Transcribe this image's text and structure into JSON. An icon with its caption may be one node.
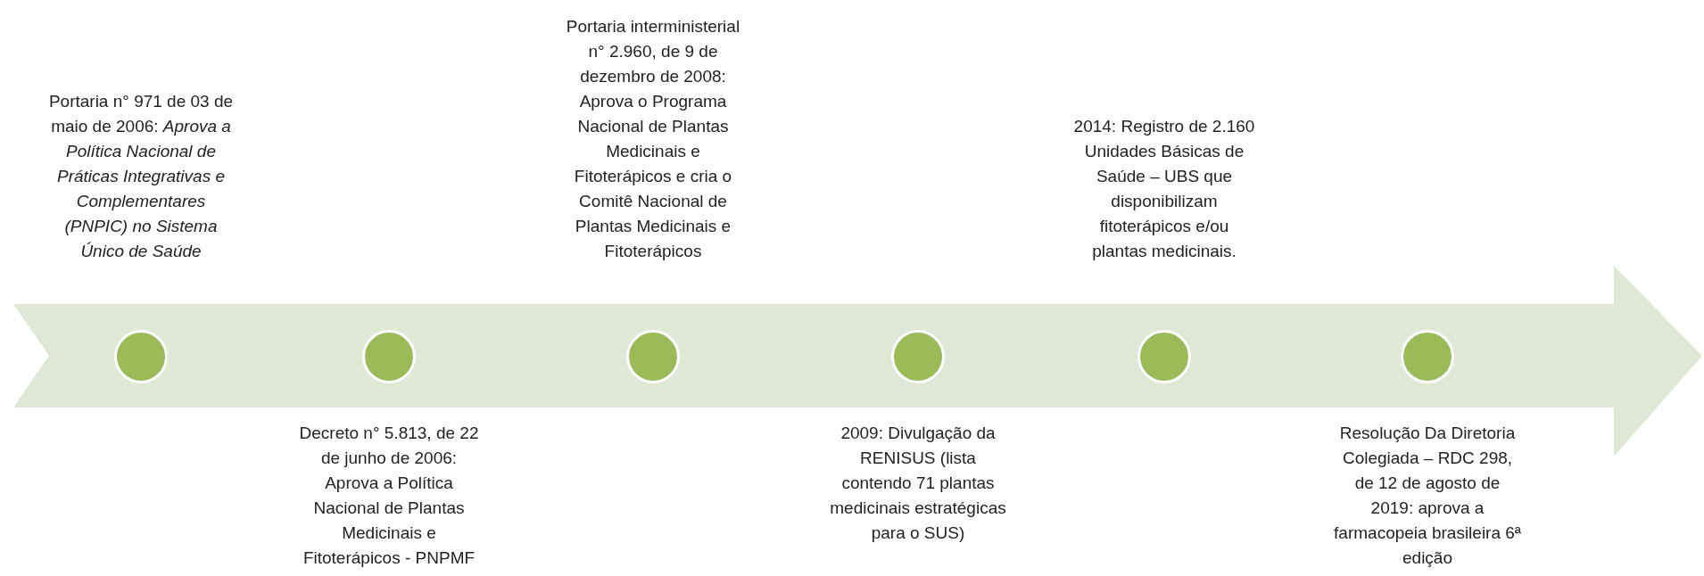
{
  "diagram": {
    "nodes": [
      {
        "text": [],
        "shape": "arrow"
      },
      {
        "text": [],
        "shape": "circle",
        "in": 0
      },
      {
        "text": [],
        "shape": "circle",
        "in": 0
      },
      {
        "text": [],
        "shape": "circle",
        "in": 0
      },
      {
        "text": [],
        "shape": "circle",
        "in": 0
      },
      {
        "text": [],
        "shape": "circle",
        "in": 0
      },
      {
        "text": [],
        "shape": "circle",
        "in": 0
      }
    ],
    "labels": [
      "Portaria n° 971 de 03 de maio de 2006: *Aprova a Política Nacional de Práticas Integrativas e Complementares (PNPIC) no Sistema Único de Saúde*",
      "Decreto n° 5.813, de 22 de junho de 2006: Aprova a Política Nacional de Plantas Medicinais e Fitoterápicos - PNPMF",
      "Portaria interministerial n° 2.960, de 9 de dezembro de 2008: Aprova o Programa Nacional de Plantas Medicinais e Fitoterápicos e cria o Comitê Nacional de Plantas Medicinais e Fitoterápicos",
      "2009: Divulgação da RENISUS (lista contendo 71 plantas medicinais estratégicas para o SUS)",
      "2014: Registro de 2.160 Unidades Básicas de Saúde – UBS que disponibilizam fitoterápicos e/ou plantas medicinais.",
      "Resolução Da Diretoria Colegiada – RDC 298, de 12 de agosto de 2019: aprova a farmacopeia brasileira 6ª edição"
    ]
  }
}
